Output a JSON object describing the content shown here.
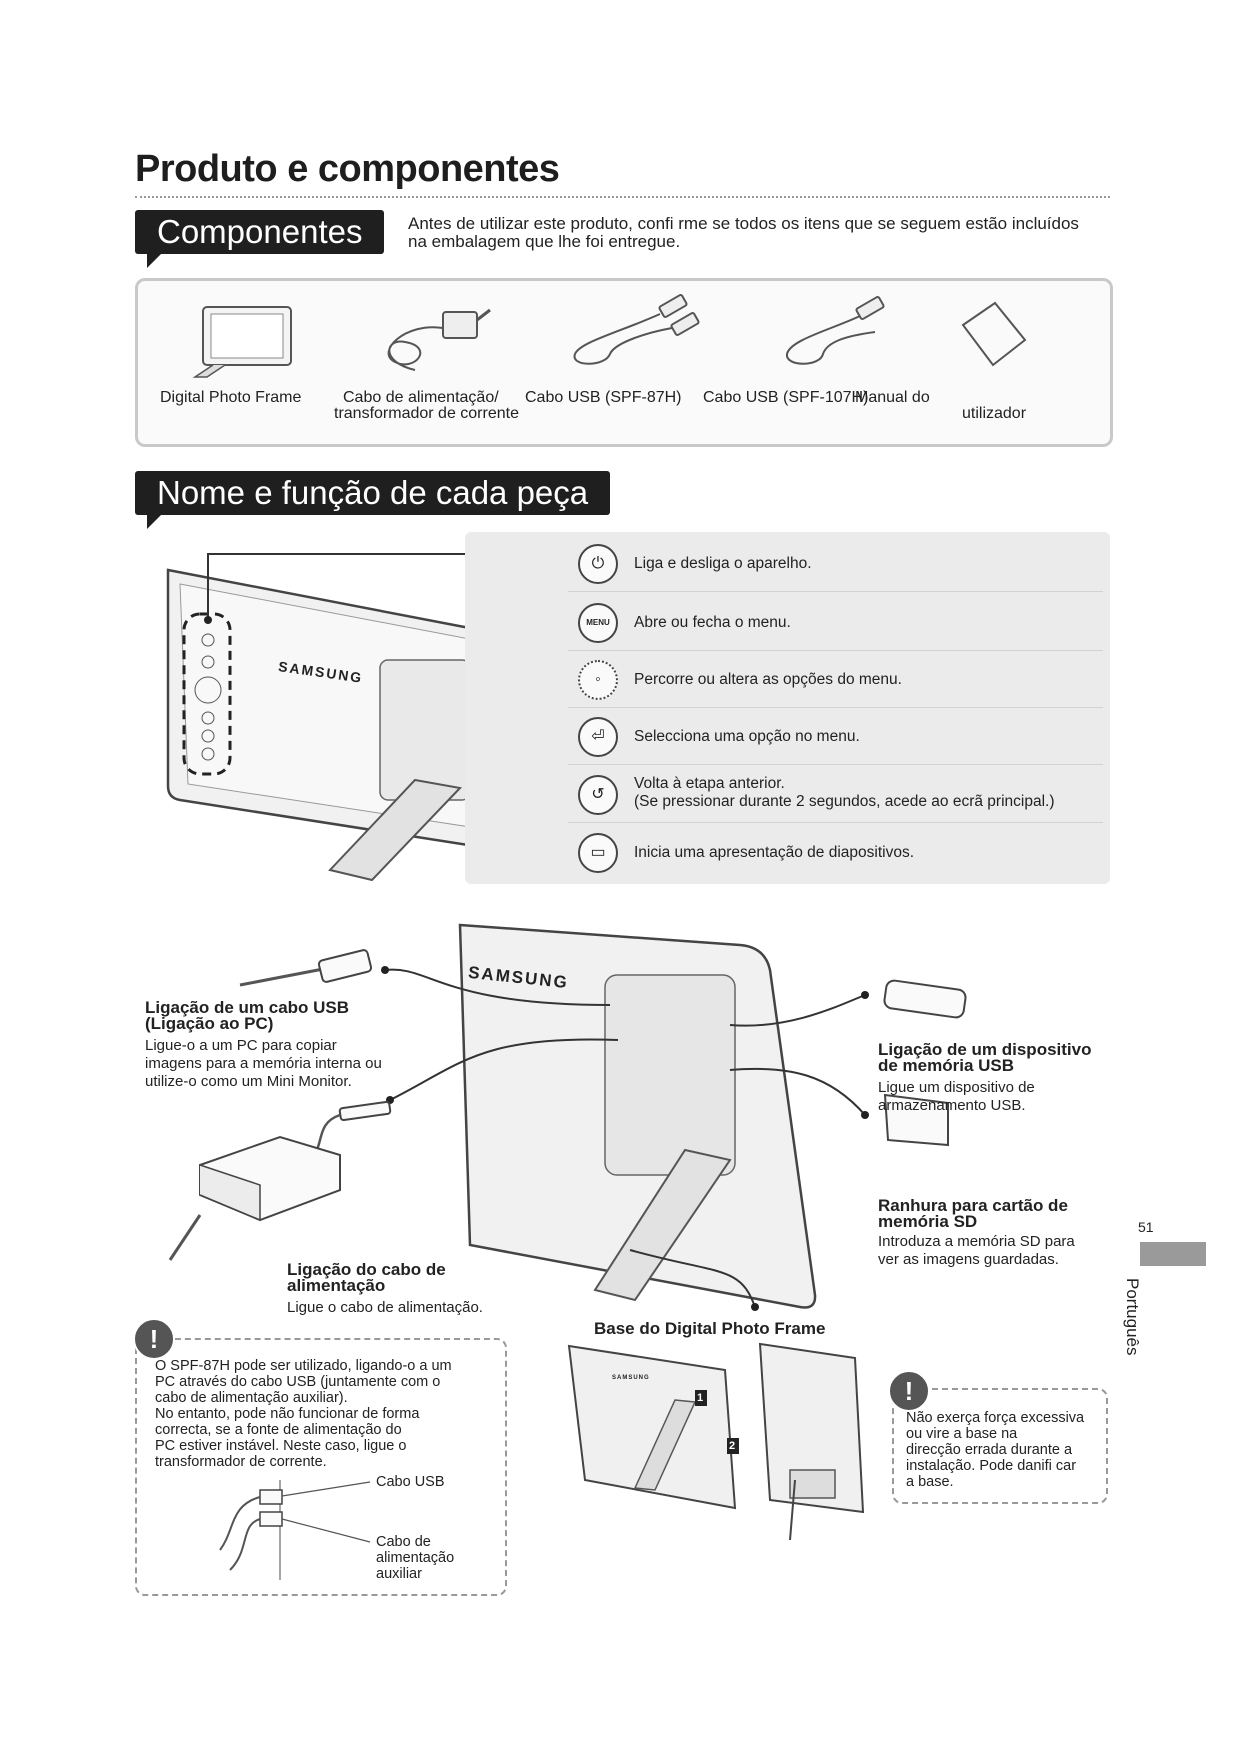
{
  "page_title": "Produto e componentes",
  "components": {
    "heading": "Componentes",
    "intro": "Antes de utilizar este produto, confi rme se todos os itens que se seguem estão incluídos na embalagem que lhe foi entregue.",
    "items": [
      {
        "label": "Digital Photo Frame"
      },
      {
        "label": "Cabo de alimentação/",
        "label2": "transformador de corrente"
      },
      {
        "label": "Cabo USB (SPF-87H)"
      },
      {
        "label": "Cabo USB (SPF-107H)"
      },
      {
        "label": "Manual do",
        "label2": "utilizador"
      }
    ]
  },
  "parts": {
    "heading": "Nome e função de cada peça",
    "brand": "SAMSUNG",
    "buttons": [
      {
        "icon": "power-icon",
        "glyph": "⏻",
        "text": "Liga e desliga o aparelho."
      },
      {
        "icon": "menu-icon",
        "glyph": "MENU",
        "text": "Abre ou fecha o menu."
      },
      {
        "icon": "navigation-pad-icon",
        "glyph": "◦",
        "text": "Percorre ou altera as opções do menu."
      },
      {
        "icon": "enter-icon",
        "glyph": "⏎",
        "text": "Selecciona uma opção no menu."
      },
      {
        "icon": "back-icon",
        "glyph": "↺",
        "text": "Volta à etapa anterior.",
        "text2": "(Se pressionar durante 2 segundos, acede ao ecrã principal.)"
      },
      {
        "icon": "slideshow-icon",
        "glyph": "▭",
        "text": "Inicia uma apresentação de diapositivos."
      }
    ]
  },
  "connections": {
    "usb_pc": {
      "title": "Ligação de um cabo USB",
      "title2": "(Ligação ao PC)",
      "desc": [
        "Ligue-o a um PC para copiar",
        "imagens para a memória interna ou",
        "utilize-o como um Mini Monitor."
      ]
    },
    "power": {
      "title": "Ligação do cabo de",
      "title2": "alimentação",
      "desc": [
        "Ligue o cabo de alimentação."
      ]
    },
    "usb_device": {
      "title": "Ligação de um dispositivo",
      "title2": "de memória USB",
      "desc": [
        "Ligue um dispositivo de",
        "armazenamento USB."
      ]
    },
    "sd": {
      "title": "Ranhura para cartão de",
      "title2": "memória SD",
      "desc": [
        "Introduza a memória SD para",
        "ver as imagens guardadas."
      ]
    },
    "stand_title": "Base do Digital Photo Frame"
  },
  "warnings": {
    "left": {
      "lines": [
        "O SPF-87H pode ser utilizado, ligando-o a um",
        "PC através do cabo USB (juntamente com o",
        "cabo de alimentação auxiliar).",
        "No entanto, pode não funcionar de forma",
        "correcta, se a fonte de alimentação do",
        "PC estiver instável. Neste caso, ligue o",
        "transformador de corrente."
      ],
      "label_usb": "Cabo USB",
      "label_aux": [
        "Cabo de",
        "alimentação",
        "auxiliar"
      ]
    },
    "right": {
      "lines": [
        "Não exerça força excessiva",
        "ou vire a base na",
        "direcção errada durante a",
        "instalação. Pode danifi car",
        "a base."
      ]
    },
    "step1": "1",
    "step2": "2"
  },
  "footer": {
    "page_number": "51",
    "language": "Português"
  }
}
